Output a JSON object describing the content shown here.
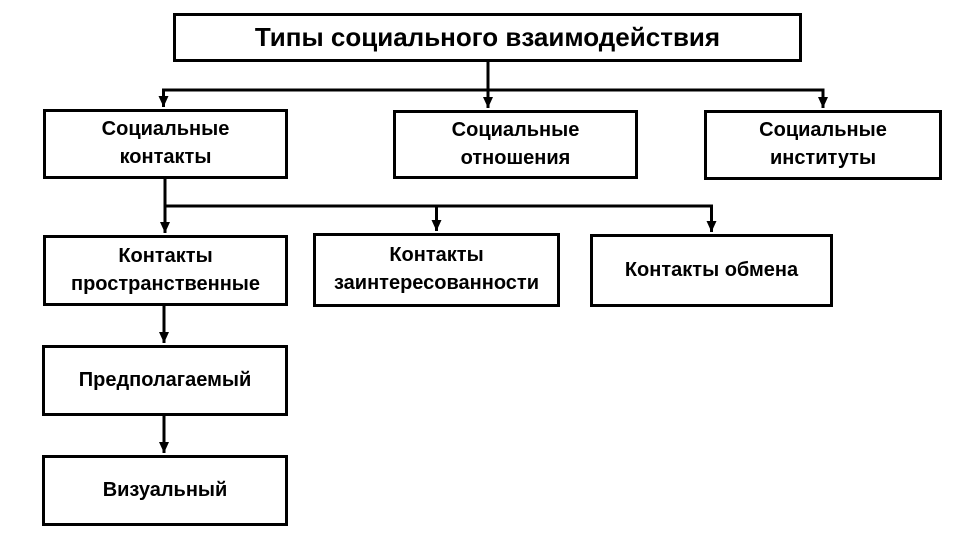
{
  "diagram": {
    "title": "Типы социального взаимодействия",
    "background_color": "#ffffff",
    "line_color": "#000000",
    "box_border_color": "#000000",
    "text_color": "#000000",
    "nodes": {
      "root": {
        "label": "Типы социального взаимодействия"
      },
      "contacts": {
        "label": "Социальные\nконтакты"
      },
      "relations": {
        "label": "Социальные\nотношения"
      },
      "institutes": {
        "label": "Социальные\nинституты"
      },
      "spatial": {
        "label": "Контакты\nпространственные"
      },
      "interest": {
        "label": "Контакты\nзаинтересованности"
      },
      "exchange": {
        "label": "Контакты обмена"
      },
      "presumed": {
        "label": "Предполагаемый"
      },
      "visual": {
        "label": "Визуальный"
      }
    },
    "edges": [
      {
        "from": "root",
        "to": "contacts"
      },
      {
        "from": "root",
        "to": "relations"
      },
      {
        "from": "root",
        "to": "institutes"
      },
      {
        "from": "contacts",
        "to": "spatial"
      },
      {
        "from": "contacts",
        "to": "interest"
      },
      {
        "from": "contacts",
        "to": "exchange"
      },
      {
        "from": "spatial",
        "to": "presumed"
      },
      {
        "from": "presumed",
        "to": "visual"
      }
    ]
  }
}
